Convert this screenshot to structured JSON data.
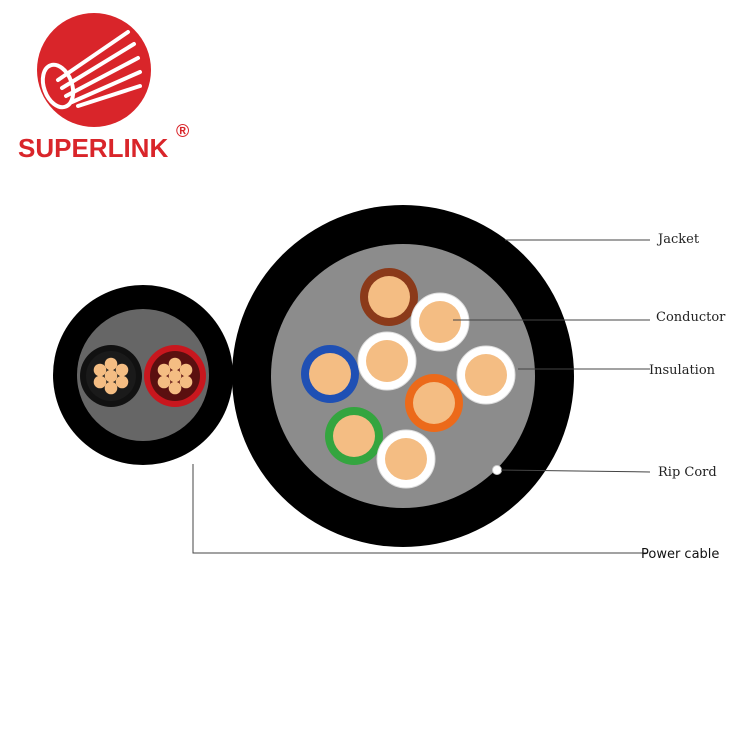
{
  "brand": {
    "name": "SUPERLINK",
    "registered": "®",
    "color": "#d9252a"
  },
  "labels": {
    "jacket": "Jacket",
    "conductor": "Conductor",
    "insulation": "Insulation",
    "rip_cord": "Rip Cord",
    "power_cable": "Power cable"
  },
  "colors": {
    "jacket": "#000000",
    "filler": "#8c8c8c",
    "copper": "#f4bd83",
    "leader_line": "#444444"
  },
  "pairs": [
    {
      "insulation": "brown",
      "color": "#8b3a1a"
    },
    {
      "insulation": "white-brown",
      "color": "#ffffff"
    },
    {
      "insulation": "blue",
      "color": "#1f50b4"
    },
    {
      "insulation": "white-blue",
      "color": "#ffffff"
    },
    {
      "insulation": "white-orange",
      "color": "#ffffff"
    },
    {
      "insulation": "orange",
      "color": "#ec6a1a"
    },
    {
      "insulation": "green",
      "color": "#34a53f"
    },
    {
      "insulation": "white-green",
      "color": "#ffffff"
    }
  ],
  "power_cores": [
    {
      "insulation": "black",
      "color": "#111111"
    },
    {
      "insulation": "red",
      "color": "#c8171e"
    }
  ]
}
